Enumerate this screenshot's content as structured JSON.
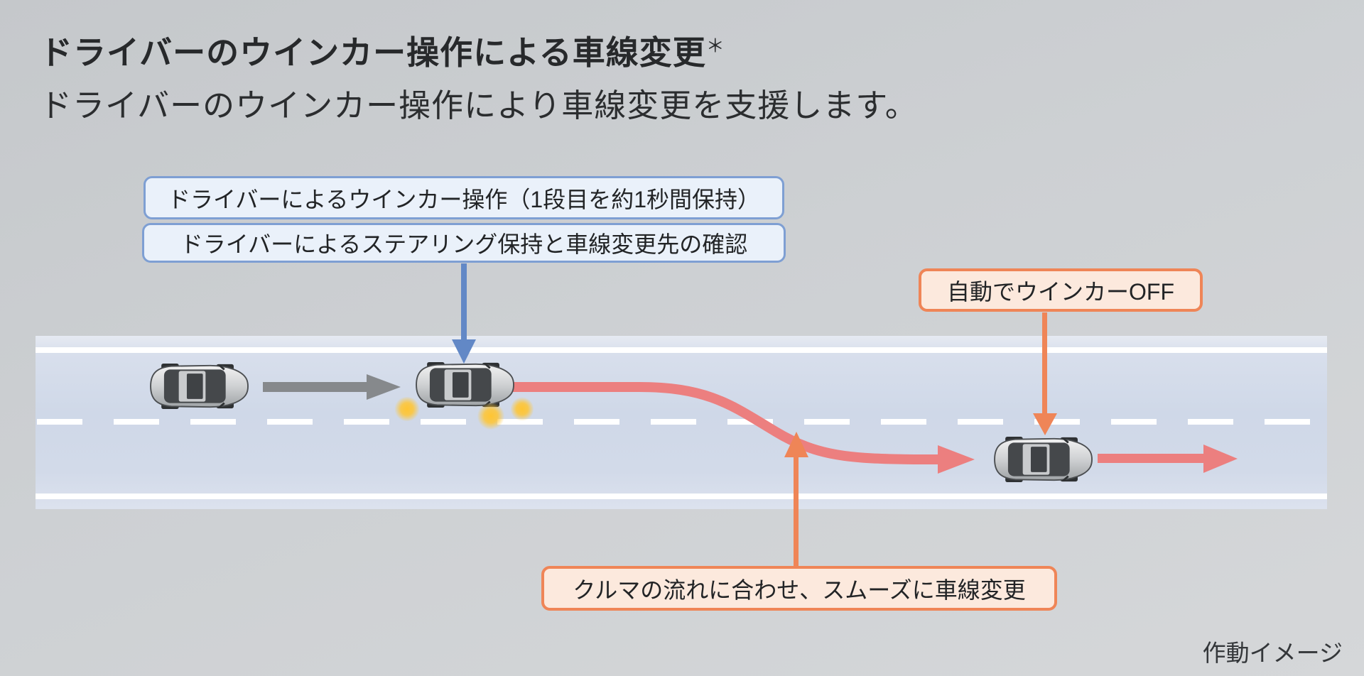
{
  "header": {
    "title": "ドライバーのウインカー操作による車線変更",
    "title_note": "＊",
    "subtitle": "ドライバーのウインカー操作により車線変更を支援します。"
  },
  "callouts": {
    "winker_operation": "ドライバーによるウインカー操作（1段目を約1秒間保持）",
    "steering_hold": "ドライバーによるステアリング保持と車線変更先の確認",
    "auto_winker_off": "自動でウインカーOFF",
    "smooth_lane_change": "クルマの流れに合わせ、スムーズに車線変更"
  },
  "footer": {
    "note": "作動イメージ"
  },
  "diagram": {
    "road": {
      "lanes": 2,
      "divider": "dashed-white",
      "edge_lines": "solid-white"
    },
    "cars": [
      {
        "name": "car-start",
        "lane": "upper",
        "turn_signal": "off"
      },
      {
        "name": "car-signaling",
        "lane": "upper",
        "turn_signal": "on"
      },
      {
        "name": "car-completed",
        "lane": "lower",
        "turn_signal": "off"
      }
    ],
    "icons": [
      {
        "name": "forward-arrow-icon",
        "color": "#86898c"
      },
      {
        "name": "blue-pointer-arrow-icon",
        "color": "#6288c6"
      },
      {
        "name": "lane-change-path-arrow-icon",
        "color": "#ec7f7f"
      },
      {
        "name": "continue-arrow-icon",
        "color": "#ec7f7f"
      },
      {
        "name": "down-pointer-arrow-icon",
        "color": "#ef8557"
      },
      {
        "name": "up-pointer-arrow-icon",
        "color": "#ef8557"
      },
      {
        "name": "turn-signal-glow-icon",
        "color": "#ffc532"
      }
    ]
  },
  "colors": {
    "background": "#cbced1",
    "road": "#d2dae9",
    "accent_blue": "#7e9fd3",
    "accent_blue_fill": "#eaf1fa",
    "accent_orange": "#ef8557",
    "accent_orange_fill": "#fce9dd",
    "path_red": "#ec7f7f",
    "arrow_gray": "#86898c",
    "text": "#27292b"
  }
}
